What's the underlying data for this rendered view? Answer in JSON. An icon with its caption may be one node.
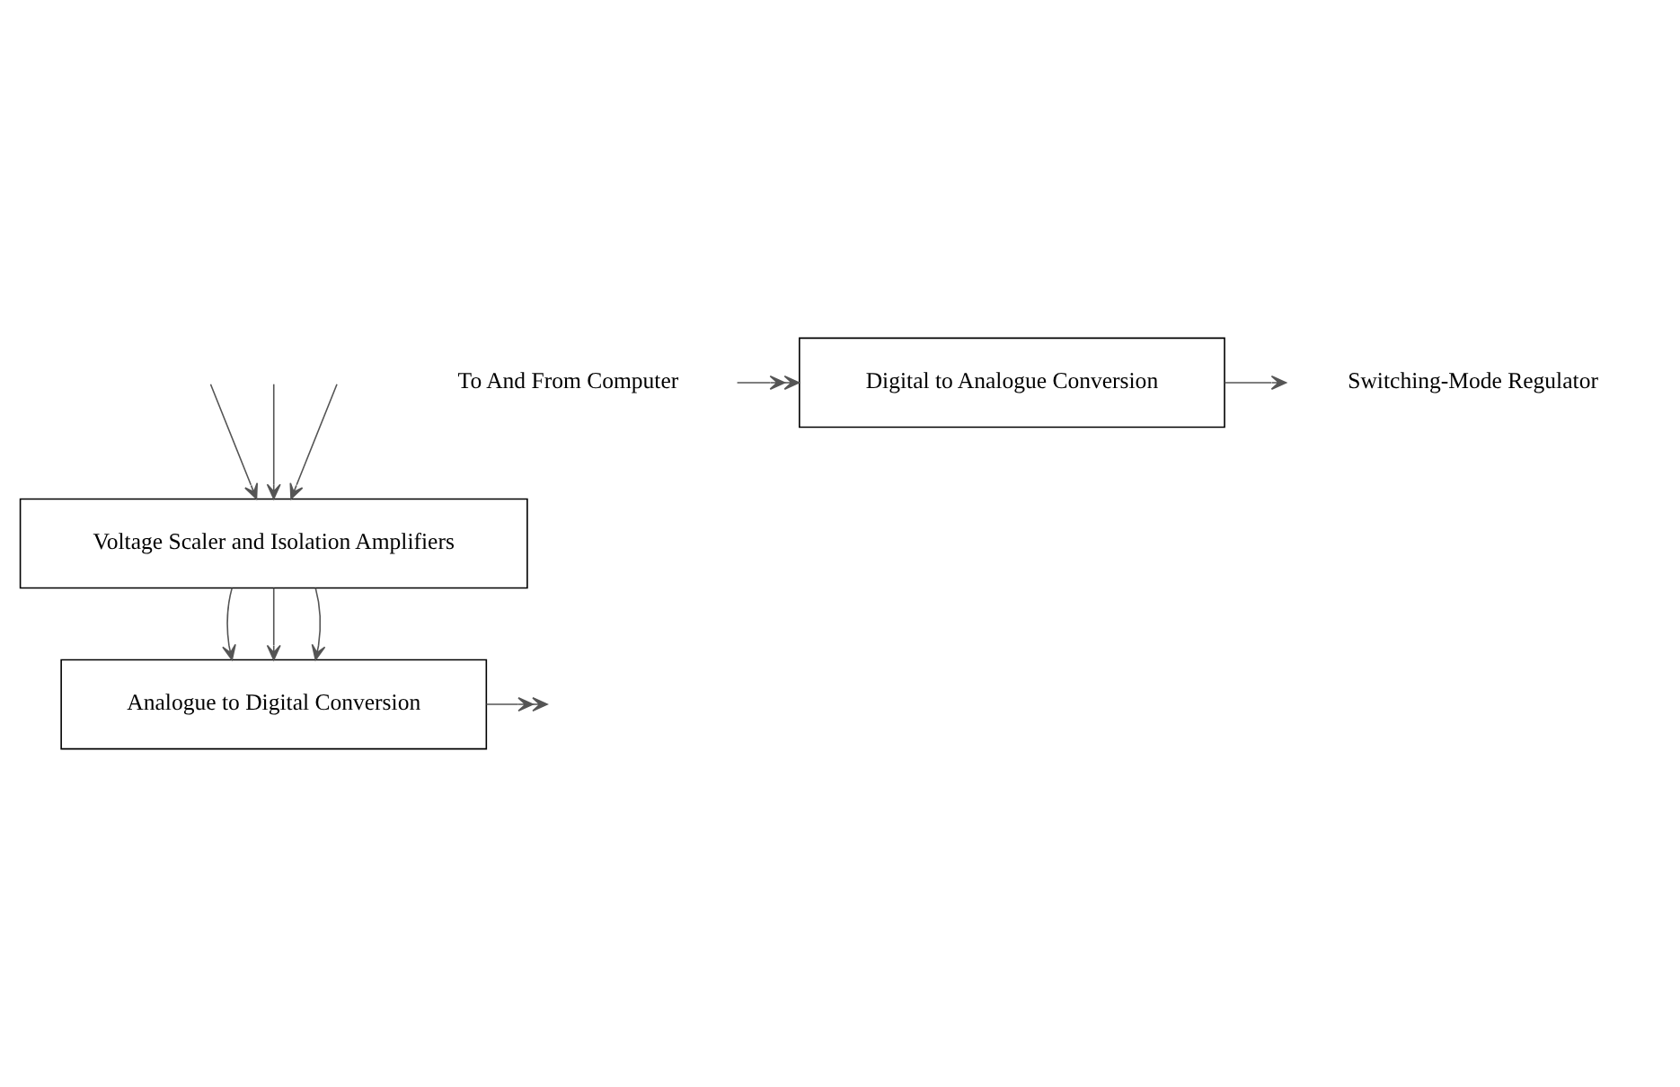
{
  "diagram": {
    "nodes": [
      {
        "text": [
          "Voltage Scaler and Isolation Amplifiers"
        ]
      },
      {
        "text": [
          "Analogue to Digital Conversion"
        ]
      },
      {
        "text": [
          "Digital to Analogue Conversion"
        ]
      },
      {
        "text": [
          "To And From Computer"
        ]
      },
      {
        "text": [
          "Switching-Mode Regulator"
        ]
      }
    ],
    "edges": [
      {
        "from": null,
        "to": 0,
        "arrow": "to"
      },
      {
        "from": null,
        "to": 0,
        "arrow": "to"
      },
      {
        "from": null,
        "to": 0,
        "arrow": "to"
      },
      {
        "from": 0,
        "to": 1,
        "arrow": "to"
      },
      {
        "from": 0,
        "to": 1,
        "arrow": "to"
      },
      {
        "from": 0,
        "to": 1,
        "arrow": "to"
      },
      {
        "from": 1,
        "to": null,
        "arrow": "to"
      },
      {
        "from": 3,
        "to": 2,
        "arrow": "to"
      },
      {
        "from": 2,
        "to": 4,
        "arrow": "to"
      }
    ]
  }
}
